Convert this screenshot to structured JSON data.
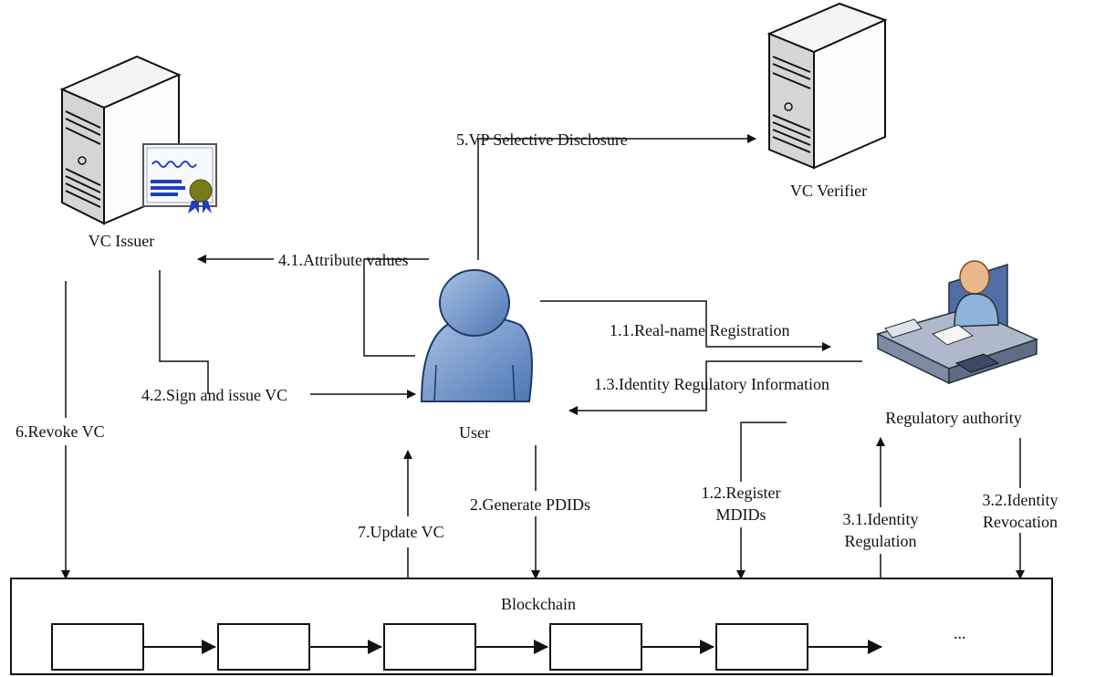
{
  "nodes": {
    "issuer": "VC Issuer",
    "verifier": "VC Verifier",
    "user": "User",
    "regulator": "Regulatory authority",
    "blockchain": "Blockchain",
    "chain_more": "..."
  },
  "edges": {
    "e5": "5.VP Selective Disclosure",
    "e41": "4.1.Attribute values",
    "e42": "4.2.Sign and issue VC",
    "e11": "1.1.Real-name Registration",
    "e13": "1.3.Identity Regulatory Information",
    "e12": [
      "1.2.Register",
      "MDIDs"
    ],
    "e6": "6.Revoke VC",
    "e7": "7.Update VC",
    "e2": "2.Generate PDIDs",
    "e31": [
      "3.1.Identity",
      "Regulation"
    ],
    "e32": [
      "3.2.Identity",
      "Revocation"
    ]
  },
  "colors": {
    "line": "#111111",
    "user_body": "#6e93c8",
    "server_side": "#d9d9d9",
    "cert_ribbon": "#1f3fbf",
    "seal": "#7a7a1a"
  }
}
